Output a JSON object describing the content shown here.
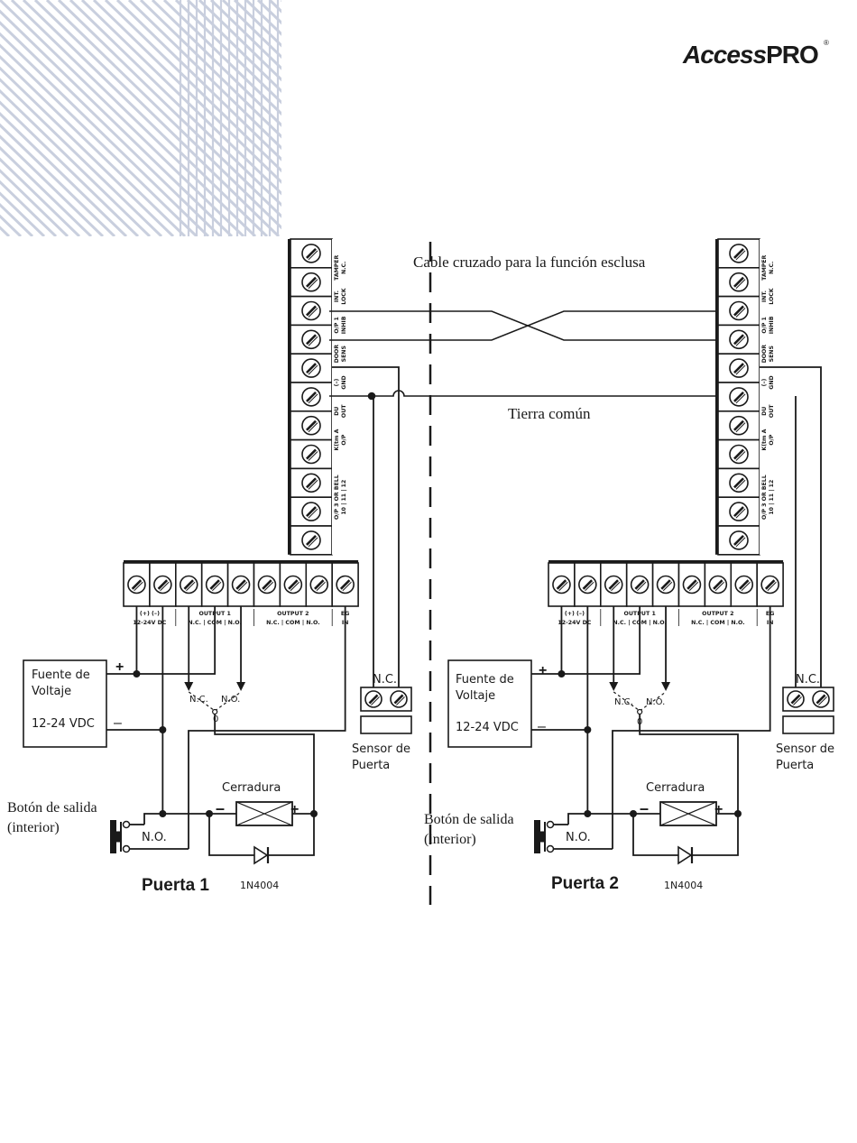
{
  "logo": {
    "brand": "Access",
    "brand_bold": "PRO",
    "reg_mark": "®"
  },
  "colors": {
    "line": "#1a1a1a",
    "stripe": "#c9cfde",
    "gray": "#6a6a6a"
  },
  "diagram": {
    "crossed_cable_label": "Cable cruzado para la función esclusa",
    "common_ground_label": "Tierra común",
    "vertical_terminals": [
      {
        "top": "TAMPER",
        "bottom": "N.C."
      },
      {
        "top": "INT.",
        "bottom": "LOCK"
      },
      {
        "top": "O/P 1",
        "bottom": "INHIB"
      },
      {
        "top": "DOOR",
        "bottom": "SENS"
      },
      {
        "top": "(–)",
        "bottom": "GND"
      },
      {
        "top": "DU",
        "bottom": "OUT"
      },
      {
        "top": "K(tm A",
        "bottom": "O/P"
      },
      {
        "top": "O/P 3 OR BELL",
        "bottom": "10 | 11 | 12"
      }
    ],
    "horizontal_terminals": [
      {
        "top": "(+)   (–)",
        "bottom": "12-24V  DC"
      },
      {
        "top": "OUTPUT 1",
        "bottom": "N.C. | COM | N.O."
      },
      {
        "top": "OUTPUT 2",
        "bottom": "N.C. | COM | N.O."
      },
      {
        "top": "EG",
        "bottom": "IN"
      }
    ],
    "doors": [
      {
        "title": "Puerta 1",
        "power_supply": {
          "line1": "Fuente de",
          "line2": "Voltaje",
          "line3": "12-24 VDC"
        },
        "plus": "+",
        "minus": "–",
        "relay_nc": "N.C.",
        "relay_no": "N.O.",
        "relay_zero": "0",
        "lock_label": "Cerradura",
        "lock_minus": "–",
        "lock_plus": "+",
        "diode": "1N4004",
        "exit_button": {
          "line1": "Botón de salida",
          "line2": "(interior)",
          "contact": "N.O."
        },
        "door_sensor": {
          "contact": "N.C.",
          "line1": "Sensor de",
          "line2": "Puerta"
        }
      },
      {
        "title": "Puerta 2",
        "power_supply": {
          "line1": "Fuente de",
          "line2": "Voltaje",
          "line3": "12-24 VDC"
        },
        "plus": "+",
        "minus": "–",
        "relay_nc": "N.C.",
        "relay_no": "N.O.",
        "relay_zero": "0",
        "lock_label": "Cerradura",
        "lock_minus": "–",
        "lock_plus": "+",
        "diode": "1N4004",
        "exit_button": {
          "line1": "Botón de salida",
          "line2": "(interior)",
          "contact": "N.O."
        },
        "door_sensor": {
          "contact": "N.C.",
          "line1": "Sensor de",
          "line2": "Puerta"
        }
      }
    ]
  }
}
